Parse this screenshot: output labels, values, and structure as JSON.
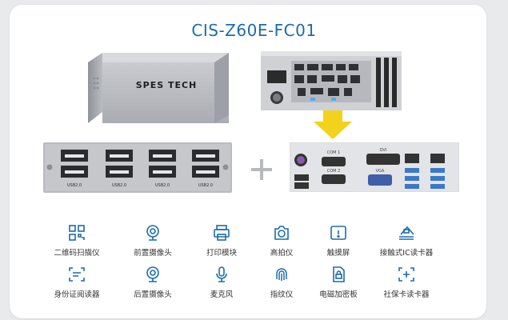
{
  "title": "CIS-Z60E-FC01",
  "chassis_brand": "SPES TECH",
  "usb_card_labels": [
    "USB2.0",
    "USB2.0",
    "USB2.0",
    "USB2.0"
  ],
  "io_labels": {
    "com1": "COM 1",
    "com2": "COM 2",
    "dvi": "DVI",
    "vga": "VGA"
  },
  "plus_symbol": "+",
  "accent_color": "#1b6ca8",
  "arrow_color": "#f2d21b",
  "features_row1": [
    {
      "icon": "qr-scanner-icon",
      "label": "二维码扫描仪"
    },
    {
      "icon": "front-camera-icon",
      "label": "前置摄像头"
    },
    {
      "icon": "printer-icon",
      "label": "打印模块"
    },
    {
      "icon": "document-camera-icon",
      "label": "高拍仪"
    },
    {
      "icon": "touch-screen-icon",
      "label": "触摸屏"
    },
    {
      "icon": "contact-ic-card-icon",
      "label": "接触式IC读卡器"
    }
  ],
  "features_row2": [
    {
      "icon": "id-card-reader-icon",
      "label": "身份证阅读器"
    },
    {
      "icon": "rear-camera-icon",
      "label": "后置摄像头"
    },
    {
      "icon": "microphone-icon",
      "label": "麦克风"
    },
    {
      "icon": "fingerprint-icon",
      "label": "指纹仪"
    },
    {
      "icon": "encryption-keypad-icon",
      "label": "电磁加密板"
    },
    {
      "icon": "social-security-card-reader-icon",
      "label": "社保卡读卡器"
    }
  ]
}
